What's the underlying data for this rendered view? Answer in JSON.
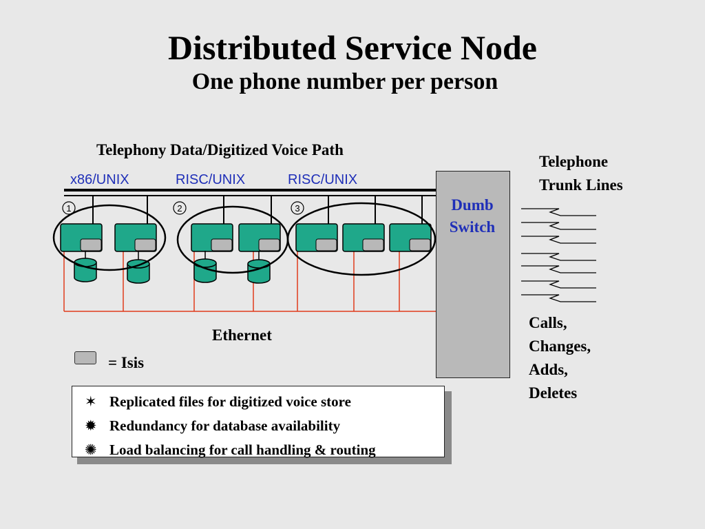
{
  "title": "Distributed Service Node",
  "subtitle": "One phone number per person",
  "labels": {
    "voice_path": "Telephony Data/Digitized Voice Path",
    "trunk_line1": "Telephone",
    "trunk_line2": "Trunk Lines",
    "switch_line1": "Dumb",
    "switch_line2": "Switch",
    "ethernet": "Ethernet",
    "isis_legend": "= Isis",
    "calls_lines": [
      "Calls,",
      "Changes,",
      "Adds,",
      "Deletes"
    ]
  },
  "clusters": [
    {
      "marker": "1",
      "os": "x86/UNIX"
    },
    {
      "marker": "2",
      "os": "RISC/UNIX"
    },
    {
      "marker": "3",
      "os": "RISC/UNIX"
    }
  ],
  "bullets": [
    {
      "symbol": "✶",
      "text": "Replicated files for digitized voice store"
    },
    {
      "symbol": "✹",
      "text": "Redundancy for database availability"
    },
    {
      "symbol": "✺",
      "text": "Load balancing for call handling & routing"
    }
  ],
  "colors": {
    "server": "#1fa88a",
    "disk": "#1fa88a",
    "ethernet": "#e03a1a",
    "switch_label": "#1f2fb8",
    "os_label": "#1f2fb8"
  }
}
